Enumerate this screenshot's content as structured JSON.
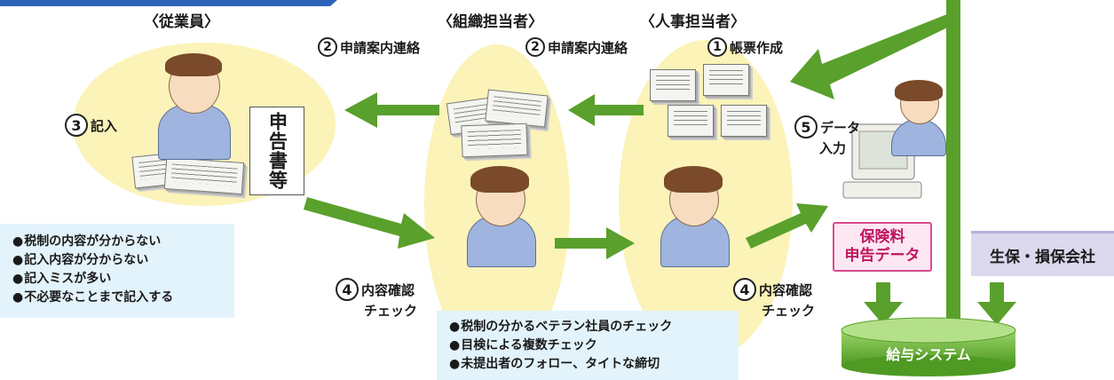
{
  "roles": {
    "employee": "〈従業員〉",
    "org_manager": "〈組織担当者〉",
    "hr_manager": "〈人事担当者〉"
  },
  "steps": {
    "s1": {
      "num": "1",
      "label": "帳票作成"
    },
    "s2a": {
      "num": "2",
      "label": "申請案内連絡"
    },
    "s2b": {
      "num": "2",
      "label": "申請案内連絡"
    },
    "s3": {
      "num": "3",
      "label": "記入"
    },
    "s4a": {
      "num": "4",
      "line1": "内容確認",
      "line2": "チェック"
    },
    "s4b": {
      "num": "4",
      "line1": "内容確認",
      "line2": "チェック"
    },
    "s5": {
      "num": "5",
      "line1": "データ",
      "line2": "入力"
    }
  },
  "document_label": "申告書等",
  "problems": [
    "税制の内容が分からない",
    "記入内容が分からない",
    "記入ミスが多い",
    "不必要なことまで記入する"
  ],
  "checks": [
    "税制の分かるベテラン社員のチェック",
    "目検による複数チェック",
    "未提出者のフォロー、タイトな締切"
  ],
  "insurance_data": {
    "line1": "保険料",
    "line2": "申告データ"
  },
  "insurance_company": "生保・損保会社",
  "payroll_system": "給与システム",
  "colors": {
    "arrow_green": "#5aa02c",
    "bubble_yellow": "#fbf3b8",
    "note_blue": "#e3f3fb",
    "pink_accent": "#d94b8f",
    "company_purple": "#dcd8ee",
    "system_green": "#6ab43a"
  }
}
